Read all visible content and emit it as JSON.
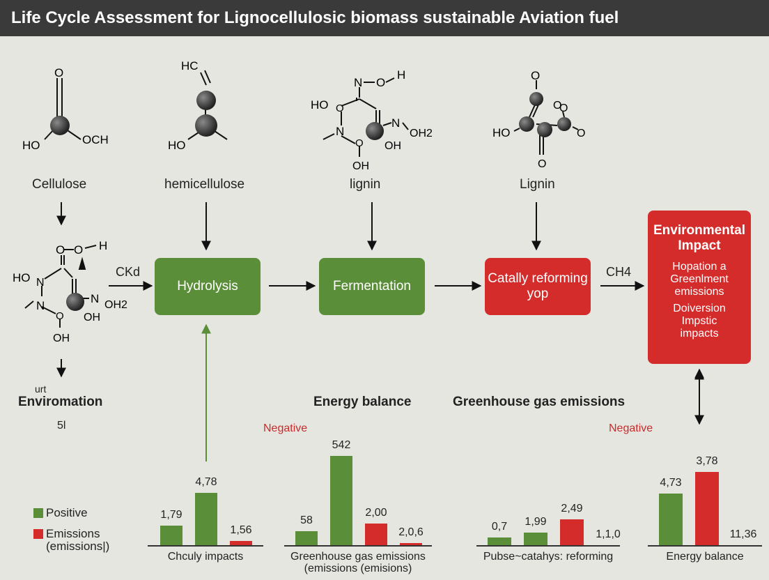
{
  "title": "Life Cycle Assessment for Lignocellulosic biomass sustainable Aviation fuel",
  "molecules": {
    "cellulose": {
      "label": "Cellulose",
      "atoms": [
        "O",
        "HO",
        "OCH"
      ]
    },
    "hemicellulose": {
      "label": "hemicellulose",
      "atoms": [
        "HC",
        "HO"
      ]
    },
    "lignin1": {
      "label": "lignin",
      "atoms": [
        "N",
        "O",
        "H",
        "HO",
        "O",
        "N",
        "O",
        "N",
        "OH2",
        "OH",
        "OH"
      ]
    },
    "lignin2": {
      "label": "Lignin",
      "atoms": [
        "O",
        "O",
        "HO",
        "O",
        "O",
        "O"
      ]
    },
    "side": {
      "atoms": [
        "O",
        "O",
        "H",
        "HO",
        "N",
        "N",
        "O",
        "N",
        "OH2",
        "OH",
        "OH"
      ]
    }
  },
  "flow": {
    "arrow_label_1": "CKd",
    "arrow_label_2": "CH4",
    "hydrolysis": "Hydrolysis",
    "fermentation": "Fermentation",
    "catalytic": [
      "Catally reforming",
      "yop"
    ],
    "env_impact": {
      "title": [
        "Environmental",
        "Impact"
      ],
      "lines": [
        "Hopation a",
        "Greenlment",
        "emissions",
        "Doiversion",
        "Impstic",
        "impacts"
      ]
    }
  },
  "side_labels": {
    "small": "urt",
    "main": "Enviromation",
    "value": "5l"
  },
  "section_titles": {
    "energy_balance": "Energy balance",
    "ghg": "Greenhouse gas emissions"
  },
  "negative_labels": [
    "Negative",
    "Negative"
  ],
  "legend": {
    "positive": "Positive",
    "emissions_1": "Emissions",
    "emissions_2": "(emissions|)",
    "colors": {
      "positive": "#5b8e38",
      "emissions": "#d42b2b"
    }
  },
  "chart_data": [
    {
      "type": "bar",
      "xlabel": "Chculy impacts",
      "values": [
        {
          "label": "1,79",
          "value": 1.79,
          "color": "green"
        },
        {
          "label": "4,78",
          "value": 4.78,
          "color": "green"
        },
        {
          "label": "1,56",
          "value": 0.4,
          "color": "red"
        }
      ]
    },
    {
      "type": "bar",
      "xlabel": [
        "Greenhouse gas emissions",
        "(emissions (emisions)"
      ],
      "values": [
        {
          "label": "58",
          "value": 1.3,
          "color": "green"
        },
        {
          "label": "542",
          "value": 8.2,
          "color": "green"
        },
        {
          "label": "2,00",
          "value": 2.0,
          "color": "red"
        },
        {
          "label": "2,0,6",
          "value": 0.2,
          "color": "red"
        }
      ]
    },
    {
      "type": "bar",
      "xlabel": "Pubse~catahys: reforming",
      "values": [
        {
          "label": "0,7",
          "value": 0.7,
          "color": "green"
        },
        {
          "label": "1,99",
          "value": 1.14,
          "color": "green"
        },
        {
          "label": "2,49",
          "value": 2.35,
          "color": "red"
        },
        {
          "label": "1,1,0",
          "value": 0,
          "color": "red"
        }
      ]
    },
    {
      "type": "bar",
      "xlabel": "Energy balance",
      "values": [
        {
          "label": "4,73",
          "value": 4.73,
          "color": "green"
        },
        {
          "label": "3,78",
          "value": 6.75,
          "color": "red"
        },
        {
          "label": "11,36",
          "value": 0,
          "color": "green"
        }
      ]
    }
  ]
}
